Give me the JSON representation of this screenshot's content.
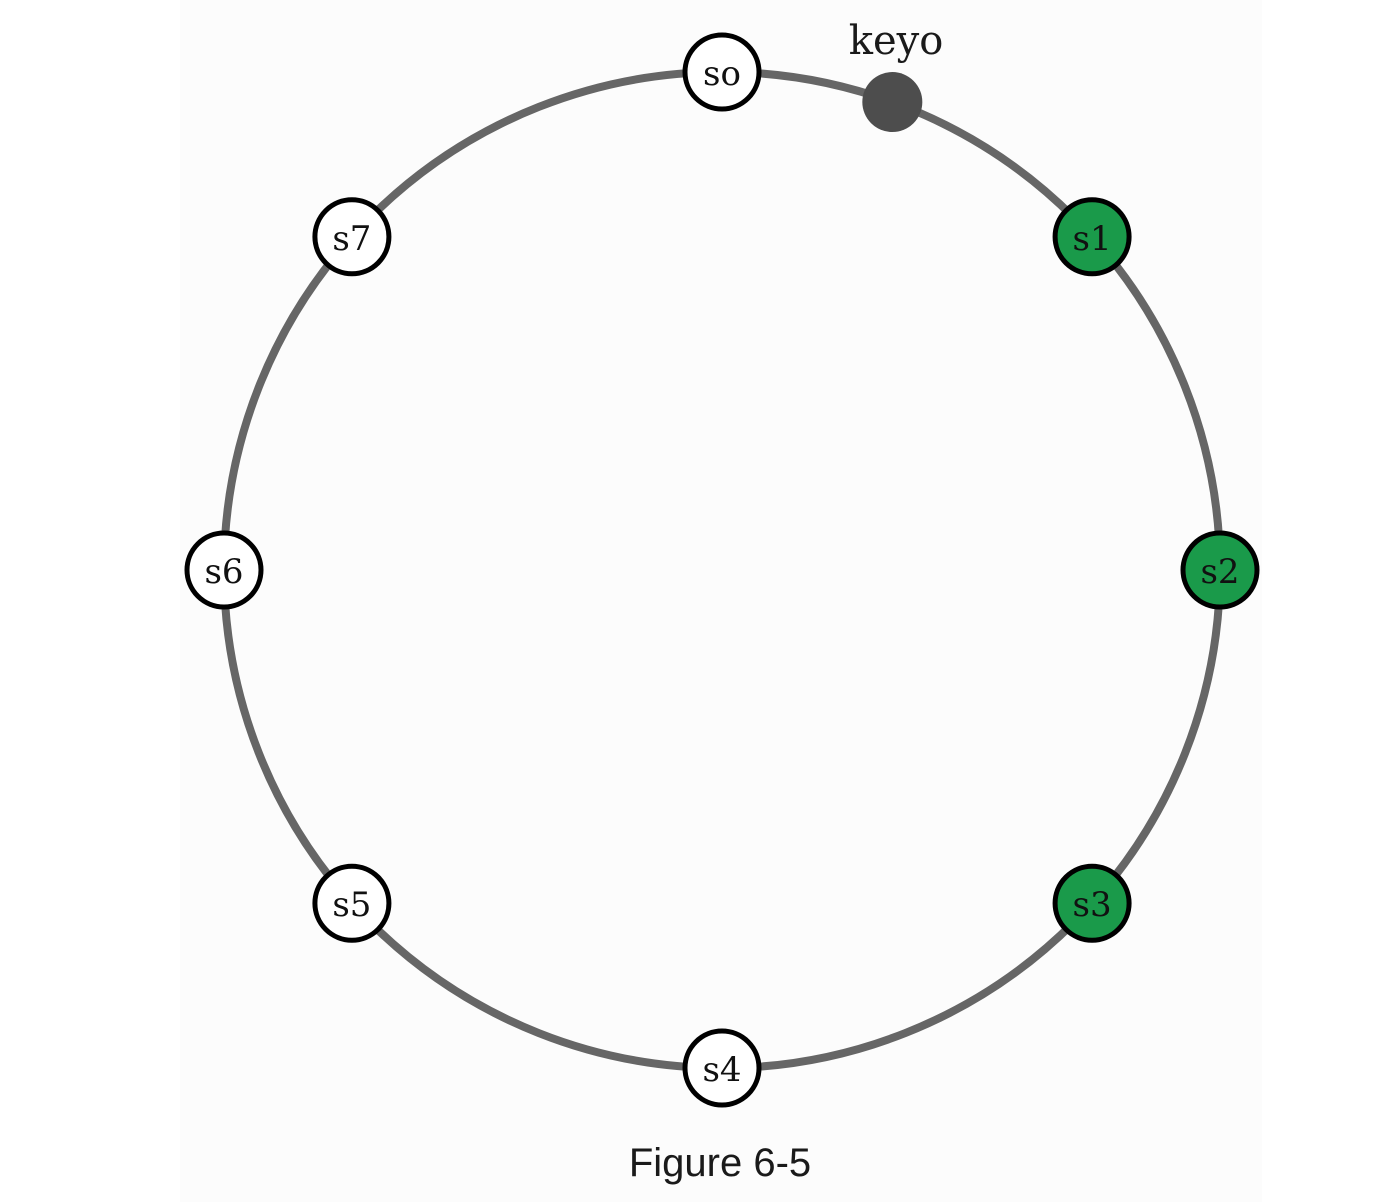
{
  "ring": {
    "color": "#666666"
  },
  "servers": [
    {
      "label": "so",
      "angle_deg": 0,
      "highlighted": false
    },
    {
      "label": "s1",
      "angle_deg": 48,
      "highlighted": true
    },
    {
      "label": "s2",
      "angle_deg": 90,
      "highlighted": true
    },
    {
      "label": "s3",
      "angle_deg": 132,
      "highlighted": true
    },
    {
      "label": "s4",
      "angle_deg": 180,
      "highlighted": false
    },
    {
      "label": "s5",
      "angle_deg": 228,
      "highlighted": false
    },
    {
      "label": "s6",
      "angle_deg": 270,
      "highlighted": false
    },
    {
      "label": "s7",
      "angle_deg": 312,
      "highlighted": false
    }
  ],
  "key": {
    "label": "keyo",
    "angle_deg": 20,
    "color": "#4d4d4d"
  },
  "colors": {
    "highlight": "#1a9a4a",
    "normal": "#ffffff",
    "stroke": "#000000"
  },
  "caption": "Figure 6-5"
}
